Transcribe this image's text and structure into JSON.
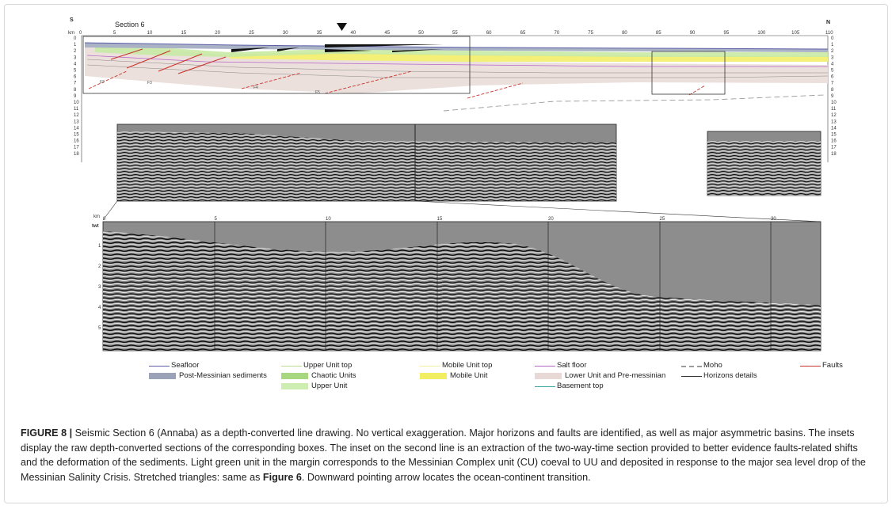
{
  "section_label": "Section 6",
  "direction_left": "S",
  "direction_right": "N",
  "km_ticks_top": [
    "0",
    "5",
    "10",
    "15",
    "20",
    "25",
    "30",
    "35",
    "40",
    "45",
    "50",
    "55",
    "60",
    "65",
    "70",
    "75",
    "80",
    "85",
    "90",
    "95",
    "100",
    "105",
    "110"
  ],
  "depth_ticks": [
    "0",
    "1",
    "2",
    "3",
    "4",
    "5",
    "6",
    "7",
    "8",
    "9",
    "10",
    "11",
    "12",
    "13",
    "14",
    "15",
    "16",
    "17",
    "18"
  ],
  "depth_unit": "km",
  "fault_labels": [
    "F2",
    "F3",
    "F4",
    "F5"
  ],
  "inset_two_way_time": {
    "km_label": "km",
    "twt_label": "twt",
    "km_ticks": [
      "0",
      "5",
      "10",
      "15",
      "20",
      "25",
      "30"
    ],
    "twt_ticks": [
      "1",
      "2",
      "3",
      "4",
      "5"
    ]
  },
  "legend": [
    {
      "label": "Seafloor",
      "color": "#5b5ea6",
      "kind": "line"
    },
    {
      "label": "Post-Messinian sediments",
      "color": "#9aa3b8",
      "kind": "fill"
    },
    {
      "label": "Upper Unit top",
      "color": "#b9e08c",
      "kind": "line"
    },
    {
      "label": "Chaotic Units",
      "color": "#a7d87f",
      "kind": "fill"
    },
    {
      "label": "Upper Unit",
      "color": "#cdeeb0",
      "kind": "fill"
    },
    {
      "label": "Mobile Unit top",
      "color": "#f3ef9a",
      "kind": "line"
    },
    {
      "label": "Mobile Unit",
      "color": "#f2ee62",
      "kind": "fill"
    },
    {
      "label": "Salt floor",
      "color": "#b565c8",
      "kind": "line"
    },
    {
      "label": "Lower Unit and Pre-messinian",
      "color": "#e8d9d6",
      "kind": "fill"
    },
    {
      "label": "Basement top",
      "color": "#3aa6a0",
      "kind": "line"
    },
    {
      "label": "Moho",
      "color": "#9c9c9c",
      "kind": "dash"
    },
    {
      "label": "Horizons details",
      "color": "#333333",
      "kind": "line"
    },
    {
      "label": "Faults",
      "color": "#c8342c",
      "kind": "line"
    }
  ],
  "caption": {
    "label": "FIGURE 8 |",
    "text": " Seismic Section 6 (Annaba) as a depth-converted line drawing. No vertical exaggeration. Major horizons and faults are identified, as well as major asymmetric basins. The insets display the raw depth-converted sections of the corresponding boxes. The inset on the second line is an extraction of the two-way-time section provided to better evidence faults-related shifts and the deformation of the sediments. Light green unit in the margin corresponds to the Messinian Complex unit (CU) coeval to UU and deposited in response to the major sea level drop of the Messinian Salinity Crisis. Stretched triangles: same as ",
    "ref": "Figure 6",
    "tail": ". Downward pointing arrow locates the ocean-continent transition."
  }
}
